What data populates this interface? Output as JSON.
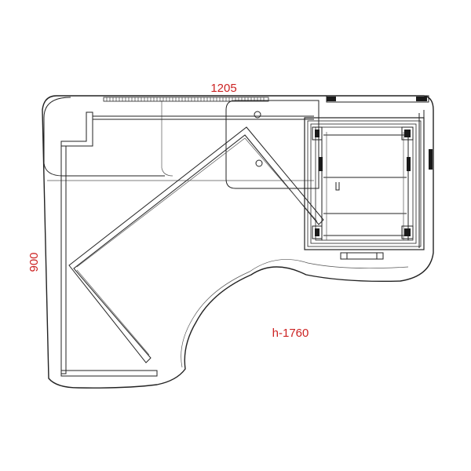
{
  "dimensions": {
    "width_label": "1205",
    "depth_label": "900",
    "height_label": "h-1760"
  },
  "colors": {
    "dimension_text": "#cc2222",
    "line": "#222222",
    "background": "#ffffff"
  }
}
